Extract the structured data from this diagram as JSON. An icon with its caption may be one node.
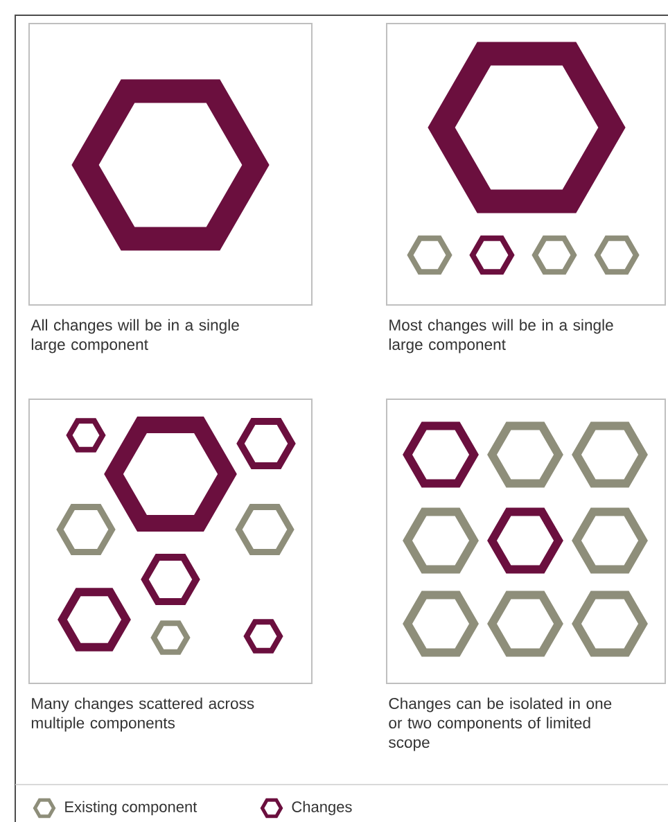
{
  "diagram": {
    "nodes": [
      {
        "text": [
          "All changes will be in a single large  component"
        ]
      },
      {
        "text": [
          "Most changes will be in a single large  component"
        ]
      },
      {
        "text": [
          "Many changes scattered across multiple components"
        ]
      },
      {
        "text": [
          "Changes can be isolated in one or two components of limited scope"
        ]
      }
    ],
    "legend": [
      {
        "text": "Existing component"
      },
      {
        "text": "Changes"
      }
    ]
  }
}
